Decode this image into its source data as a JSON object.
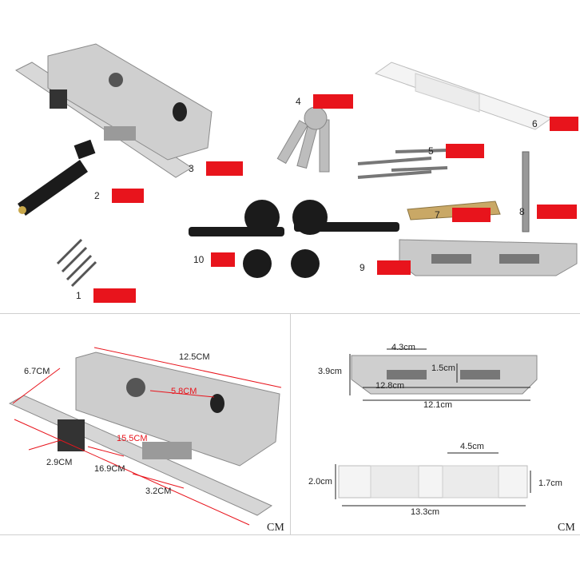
{
  "part_labels": [
    "1",
    "2",
    "3",
    "4",
    "5",
    "6",
    "7",
    "8",
    "9",
    "10"
  ],
  "lock_dimensions": {
    "width_body": "12.5CM",
    "height_body": "6.7CM",
    "spindle_to_cylinder": "5.8CM",
    "faceplate_length": "15.5CM",
    "faceplate_width": "2.9CM",
    "body_depth": "16.9CM",
    "backset": "3.2CM"
  },
  "strike_plate_dimensions": {
    "opening_width": "4.3cm",
    "height": "3.9cm",
    "opening_height": "1.5cm",
    "inner_length": "12.8cm",
    "total_length": "12.1cm"
  },
  "box_dimensions": {
    "box_width": "4.5cm",
    "height_left": "2.0cm",
    "height_right": "1.7cm",
    "total_length": "13.3cm"
  },
  "unit_label": "CM",
  "colors": {
    "tag_red": "#e8141c",
    "steel": "#c9c9c9",
    "black": "#1b1b1b",
    "white_part": "#f4f4f4"
  }
}
